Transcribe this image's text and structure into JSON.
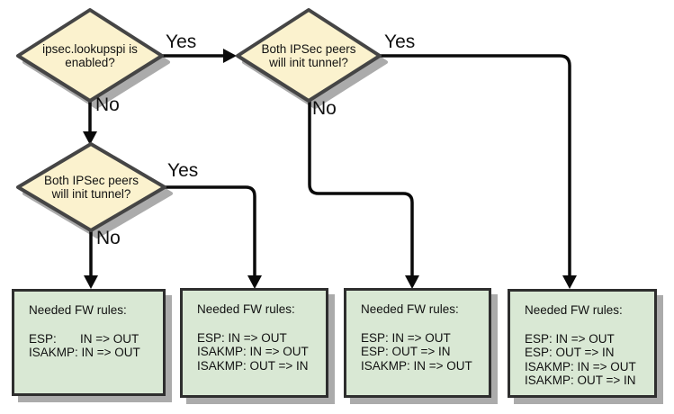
{
  "colors": {
    "decision_fill": "#FBF2CE",
    "decision_border": "#454545",
    "box_fill": "#D9E8D4",
    "box_border": "#2E2E2E",
    "line": "#0A0A0A",
    "shadow": "#ABABAB",
    "text": "#111111"
  },
  "decisions": [
    {
      "line1": "ipsec.lookupspi is",
      "line2": "enabled?"
    },
    {
      "line1": "Both IPSec peers",
      "line2": "will init tunnel?"
    },
    {
      "line1": "Both IPSec peers",
      "line2": "will init tunnel?"
    }
  ],
  "edge_labels": {
    "d1_yes": "Yes",
    "d1_no": "No",
    "d2_yes": "Yes",
    "d2_no": "No",
    "d3_yes": "Yes",
    "d3_no": "No"
  },
  "boxes": [
    {
      "title": "Needed FW rules:",
      "rules": [
        "ESP:       IN => OUT",
        "ISAKMP: IN => OUT"
      ]
    },
    {
      "title": "Needed FW rules:",
      "rules": [
        "ESP: IN => OUT",
        "ISAKMP: IN => OUT",
        "ISAKMP: OUT => IN"
      ]
    },
    {
      "title": "Needed FW rules:",
      "rules": [
        "ESP: IN => OUT",
        "ESP: OUT => IN",
        "ISAKMP: IN => OUT"
      ]
    },
    {
      "title": "Needed FW rules:",
      "rules": [
        "ESP: IN => OUT",
        "ESP: OUT => IN",
        "ISAKMP: IN => OUT",
        "ISAKMP: OUT => IN"
      ]
    }
  ]
}
